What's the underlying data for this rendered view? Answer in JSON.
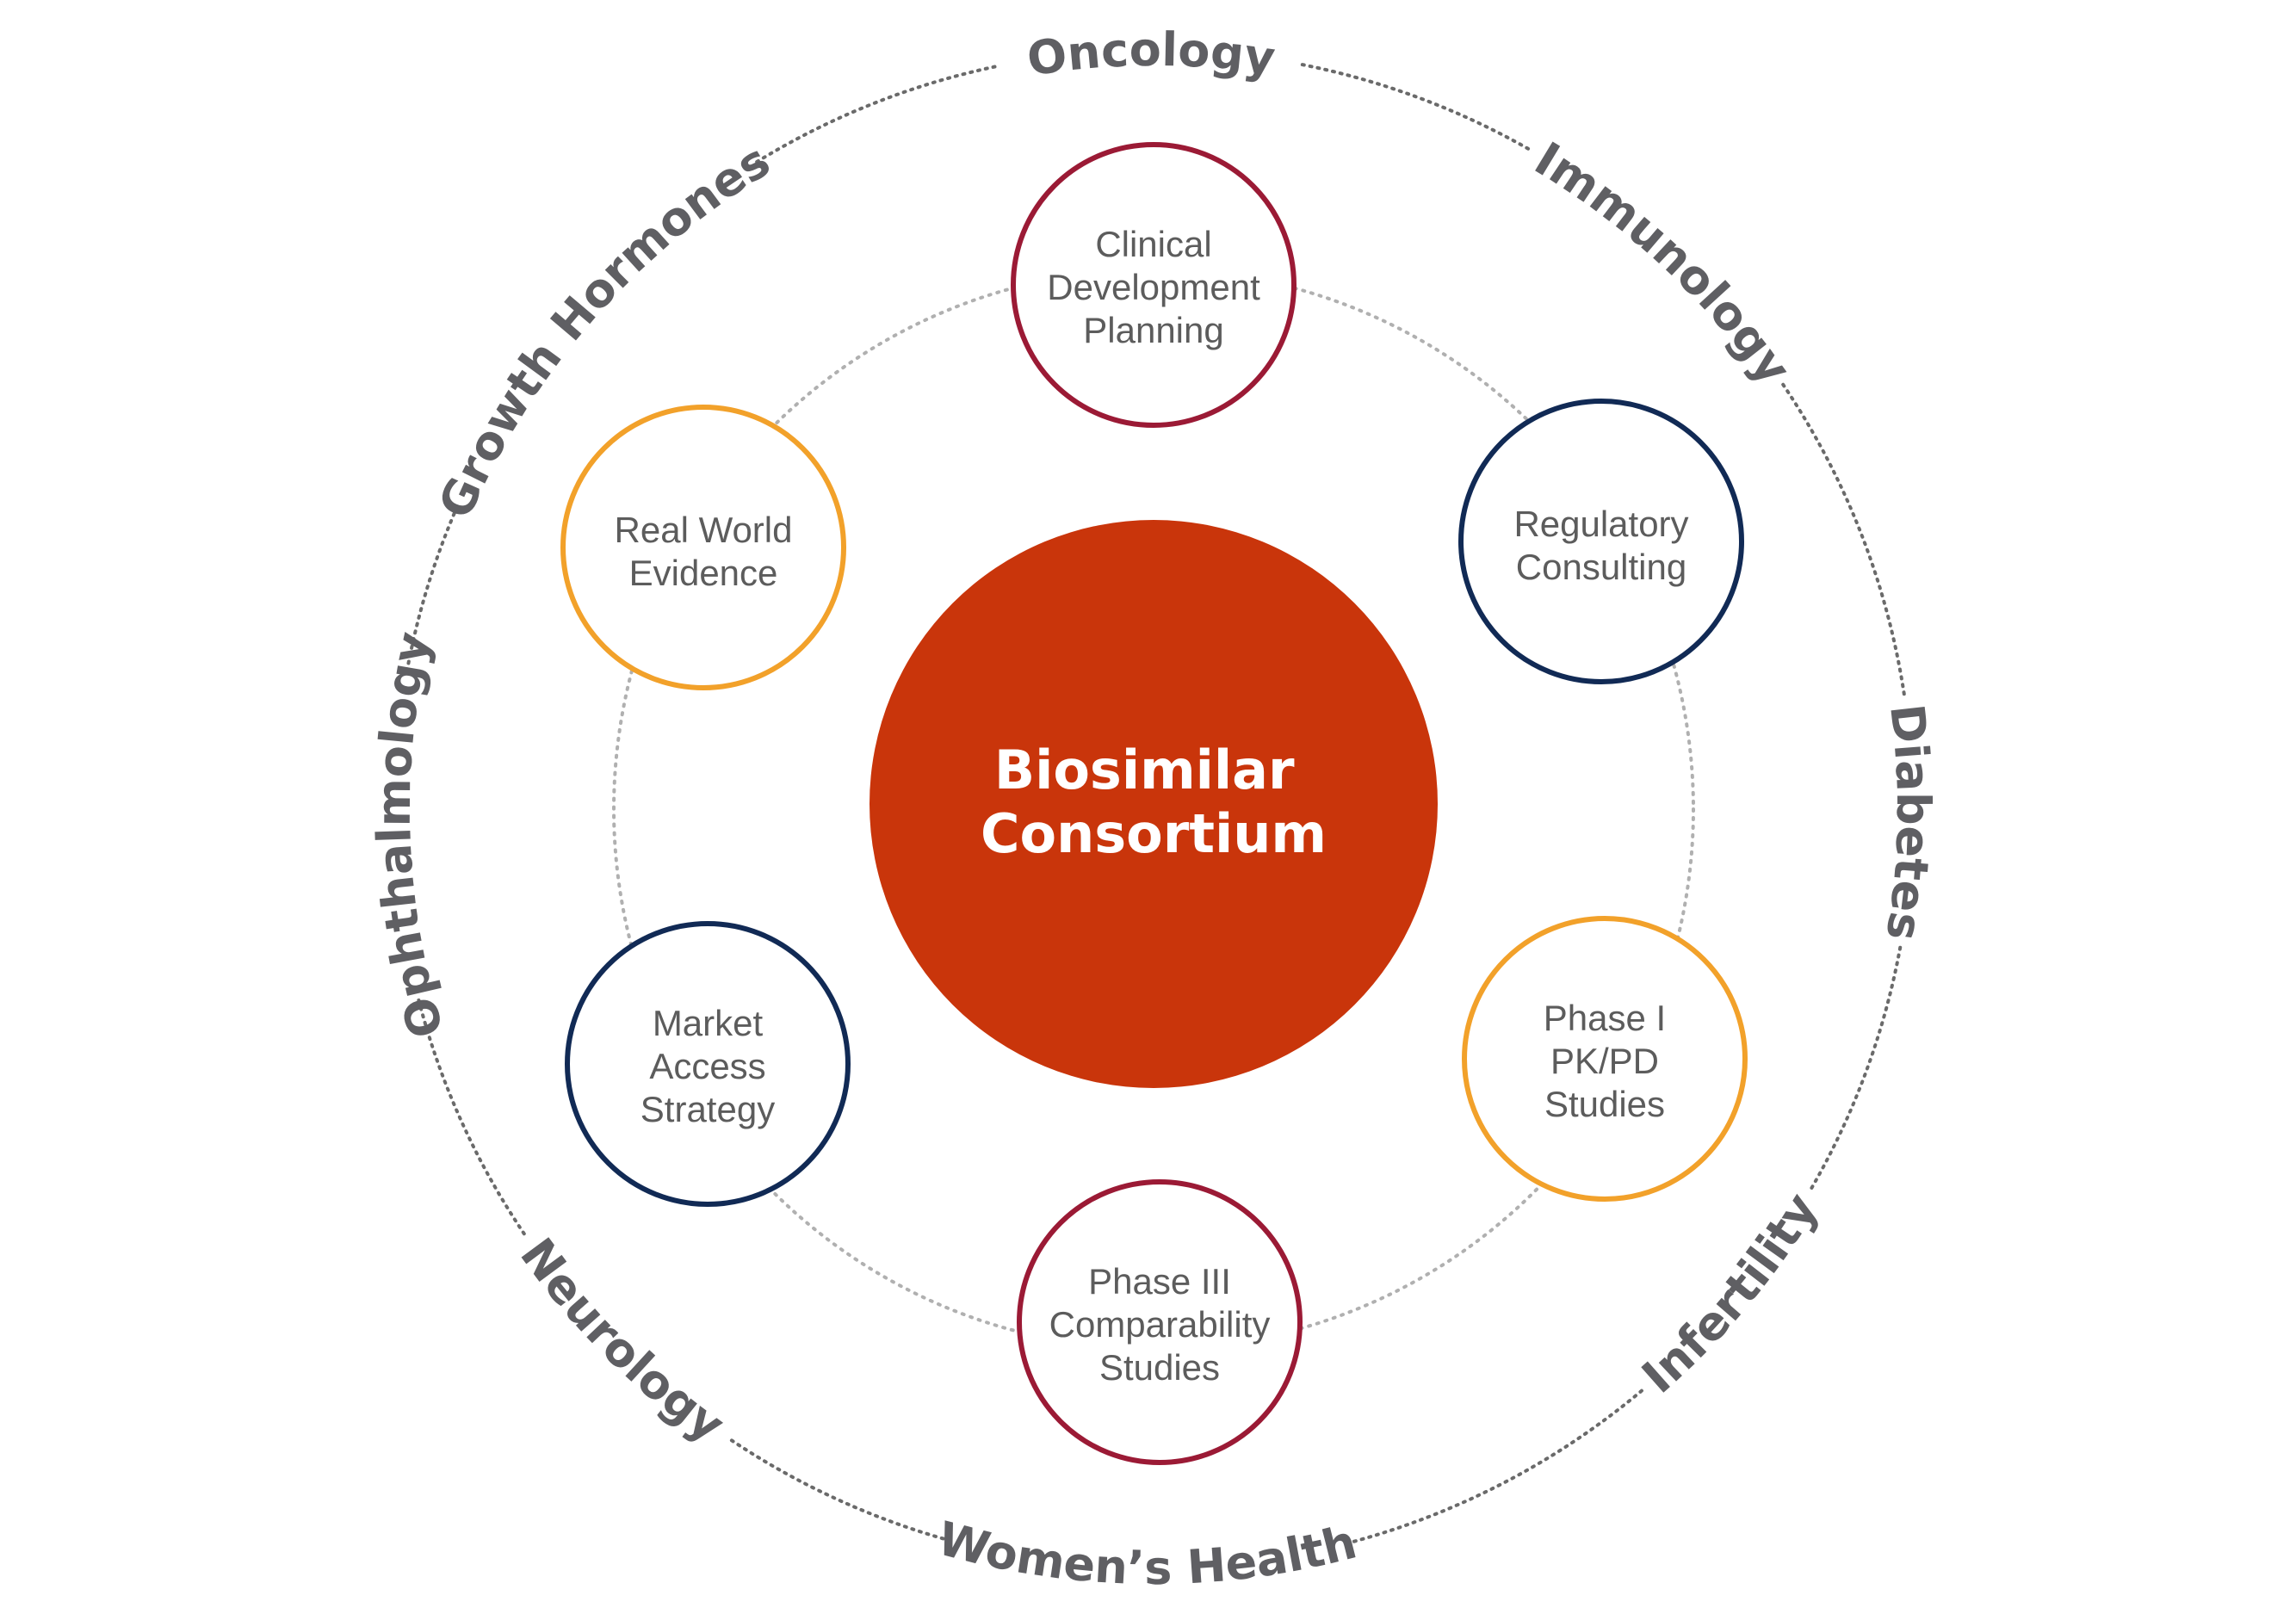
{
  "center": {
    "lines": [
      "Biosimilar",
      "Consortium"
    ],
    "fill": "#c9350b"
  },
  "colors": {
    "red": "#9b1a35",
    "orange": "#f2a12a",
    "navy": "#112a55",
    "text": "#5c5c5c",
    "ring_text": "#5f5f63",
    "dotted": "#b0b0b0",
    "dotted_outer": "#6a6a6a"
  },
  "services": [
    {
      "id": "clinical-development-planning",
      "lines": [
        "Clinical",
        "Development",
        "Planning"
      ],
      "color": "red"
    },
    {
      "id": "regulatory-consulting",
      "lines": [
        "Regulatory",
        "Consulting"
      ],
      "color": "navy"
    },
    {
      "id": "phase-i-pk-pd-studies",
      "lines": [
        "Phase I",
        "PK/PD",
        "Studies"
      ],
      "color": "orange"
    },
    {
      "id": "phase-iii-comparability-studies",
      "lines": [
        "Phase III",
        "Comparability",
        "Studies"
      ],
      "color": "red"
    },
    {
      "id": "market-access-strategy",
      "lines": [
        "Market",
        "Access",
        "Strategy"
      ],
      "color": "navy"
    },
    {
      "id": "real-world-evidence",
      "lines": [
        "Real World",
        "Evidence"
      ],
      "color": "orange"
    }
  ],
  "therapeutic_areas": [
    {
      "id": "oncology",
      "label": "Oncology"
    },
    {
      "id": "immunology",
      "label": "Immunology"
    },
    {
      "id": "diabetes",
      "label": "Diabetes"
    },
    {
      "id": "infertility",
      "label": "Infertility"
    },
    {
      "id": "womens-health",
      "label": "Women’s Health"
    },
    {
      "id": "neurology",
      "label": "Neurology"
    },
    {
      "id": "ophthalmology",
      "label": "Ophthalmology"
    },
    {
      "id": "growth-hormones",
      "label": "Growth Hormones"
    }
  ]
}
